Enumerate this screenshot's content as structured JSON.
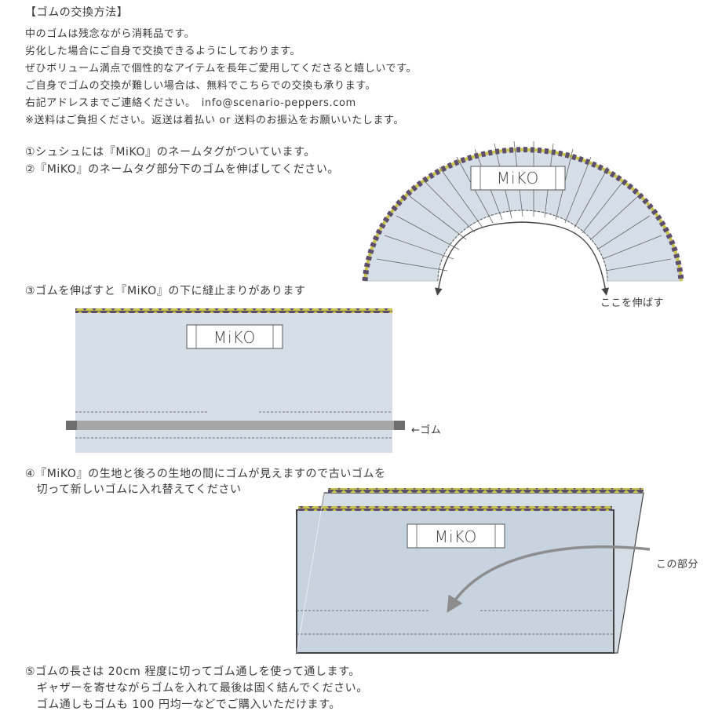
{
  "intro": {
    "title": "【ゴムの交換方法】",
    "lines": [
      "中のゴムは残念ながら消耗品です。",
      "劣化した場合にご自身で交換できるようにしております。",
      "ぜひボリューム満点で個性的なアイテムを長年ご愛用してくださると嬉しいです。",
      "ご自身でゴムの交換が難しい場合は、無料でこちらでの交換も承ります。",
      "右記アドレスまでご連絡ください。　info@scenario-peppers.com",
      "※送料はご負担ください。返送は着払い or 送料のお振込をお願いいたします。"
    ]
  },
  "steps": {
    "s1": "①シュシュには『MiKO』のネームタグがついています。",
    "s2": "②『MiKO』のネームタグ部分下のゴムを伸ばしてください。",
    "s3": "③ゴムを伸ばすと『MiKO』の下に縫止まりがあります",
    "s4a": "④『MiKO』の生地と後ろの生地の間にゴムが見えますので古いゴムを",
    "s4b": "　切って新しいゴムに入れ替えてください",
    "s5a": "⑤ゴムの長さは 20cm 程度に切ってゴム通しを使って通します。",
    "s5b": "　ギャザーを寄せながらゴムを入れて最後は固く結んでください。",
    "s5c": "　ゴム通しもゴムも 100 円均一などでご購入いただけます。"
  },
  "figures": {
    "logo": "MiKO",
    "stretch_label": "ここを伸ばす",
    "elastic_label": "←ゴム",
    "part_label": "この部分"
  },
  "colors": {
    "fabric": "#d5dee7",
    "trim_yellow": "#c9c34a",
    "trim_dark": "#5e4e6e",
    "outline": "#444444",
    "elastic": "#a6a6a6"
  }
}
